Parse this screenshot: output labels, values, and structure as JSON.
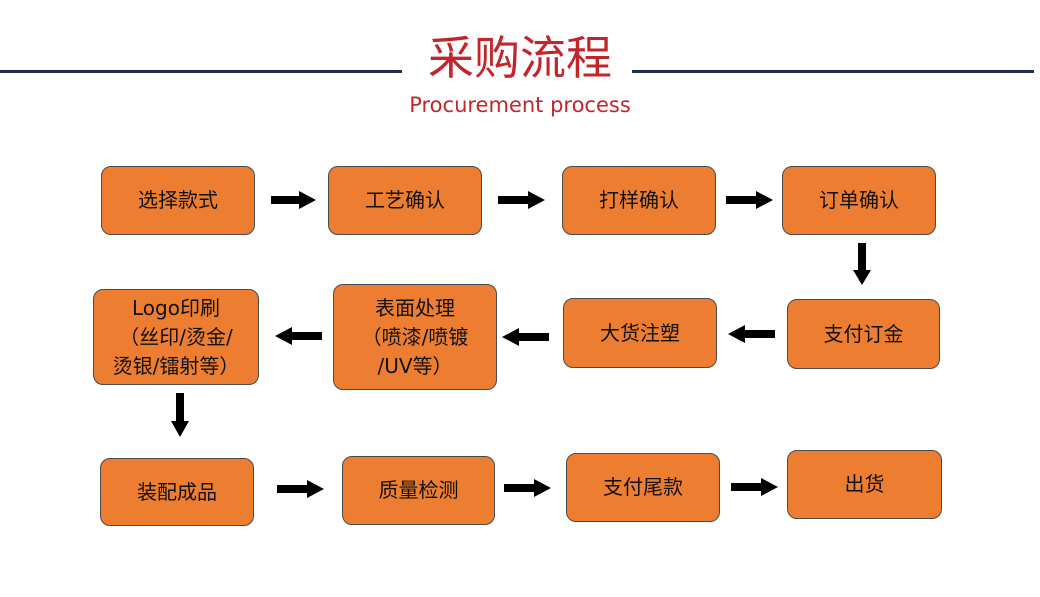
{
  "header": {
    "title": "采购流程",
    "subtitle": "Procurement process"
  },
  "steps": [
    "选择款式",
    "工艺确认",
    "打样确认",
    "订单确认",
    "支付订金",
    "大货注塑",
    "表面处理\n（喷漆/喷镀\n/UV等）",
    "Logo印刷\n（丝印/烫金/\n烫银/镭射等）",
    "装配成品",
    "质量检测",
    "支付尾款",
    "出货"
  ],
  "colors": {
    "box_fill": "#ed7d31",
    "title": "#c2262b",
    "rule": "#1f2f4a",
    "arrow": "#000000"
  }
}
